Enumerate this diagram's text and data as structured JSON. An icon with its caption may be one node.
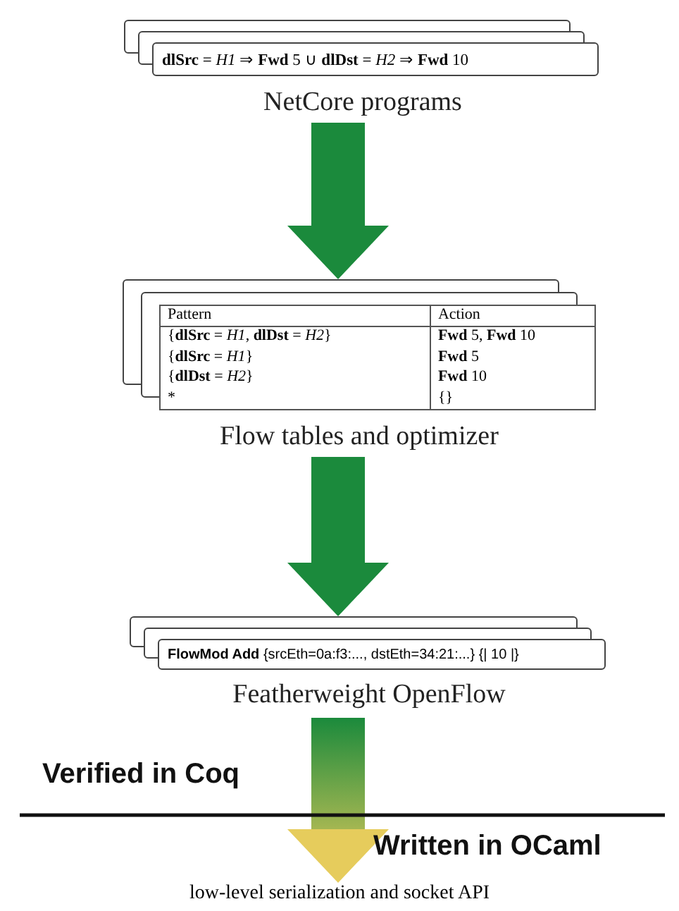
{
  "diagram": {
    "nodes": [
      {
        "text": [
          "**dlSrc** = *H1* ⇒ **Fwd** 5 ∪ **dlDst** = *H2* ⇒ **Fwd** 10",
          "NetCore programs"
        ]
      },
      {
        "text": [
          "Pattern",
          "Action",
          "{**dlSrc** = *H1*, **dlDst** = *H2*}",
          "**Fwd** 5, **Fwd** 10",
          "{**dlSrc** = *H1*}",
          "**Fwd** 5",
          "{**dlDst** = *H2*}",
          "**Fwd** 10",
          "*",
          "{}",
          "Flow tables and optimizer"
        ]
      },
      {
        "text": [
          "**FlowMod Add** {srcEth=0a:f3:..., dstEth=34:21:...} {| 10 |}",
          "Featherweight OpenFlow"
        ]
      },
      {
        "text": [
          "low-level serialization and socket API"
        ]
      }
    ],
    "edges": [
      {
        "from": 0,
        "to": 1,
        "arrow": "to"
      },
      {
        "from": 1,
        "to": 2,
        "arrow": "to"
      },
      {
        "from": 2,
        "to": 3,
        "arrow": "to",
        "color": "#e6cc5c"
      }
    ],
    "labels": [
      "Verified in Coq",
      "Written in OCaml"
    ]
  }
}
